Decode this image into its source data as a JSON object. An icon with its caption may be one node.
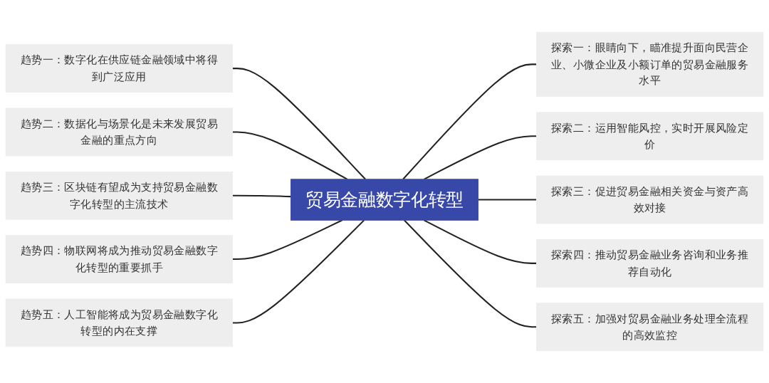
{
  "diagram": {
    "nodes": [
      {
        "text": [
          "贸易金融数字化转型"
        ]
      },
      {
        "text": [
          "趋势一：数字化在供应链金融领域中将得到广泛应用"
        ]
      },
      {
        "text": [
          "趋势二：数据化与场景化是未来发展贸易金融的重点方向"
        ]
      },
      {
        "text": [
          "趋势三：区块链有望成为支持贸易金融数字化转型的主流技术"
        ]
      },
      {
        "text": [
          "趋势四：物联网将成为推动贸易金融数字化转型的重要抓手"
        ]
      },
      {
        "text": [
          "趋势五：人工智能将成为贸易金融数字化转型的内在支撑"
        ]
      },
      {
        "text": [
          "探索一：眼睛向下，瞄准提升面向民营企业、小微企业及小额订单的贸易金融服务水平"
        ]
      },
      {
        "text": [
          "探索二：运用智能风控，实时开展风险定价"
        ]
      },
      {
        "text": [
          "探索三：促进贸易金融相关资金与资产高效对接"
        ]
      },
      {
        "text": [
          "探索四：推动贸易金融业务咨询和业务推荐自动化"
        ]
      },
      {
        "text": [
          "探索五：加强对贸易金融业务处理全流程的高效监控"
        ]
      }
    ],
    "edges": [
      {
        "from": 1,
        "to": 0,
        "arrow": "none"
      },
      {
        "from": 2,
        "to": 0,
        "arrow": "none"
      },
      {
        "from": 3,
        "to": 0,
        "arrow": "none"
      },
      {
        "from": 4,
        "to": 0,
        "arrow": "none"
      },
      {
        "from": 5,
        "to": 0,
        "arrow": "none"
      },
      {
        "from": 0,
        "to": 6,
        "arrow": "none"
      },
      {
        "from": 0,
        "to": 7,
        "arrow": "none"
      },
      {
        "from": 0,
        "to": 8,
        "arrow": "none"
      },
      {
        "from": 0,
        "to": 9,
        "arrow": "none"
      },
      {
        "from": 0,
        "to": 10,
        "arrow": "none"
      }
    ]
  }
}
